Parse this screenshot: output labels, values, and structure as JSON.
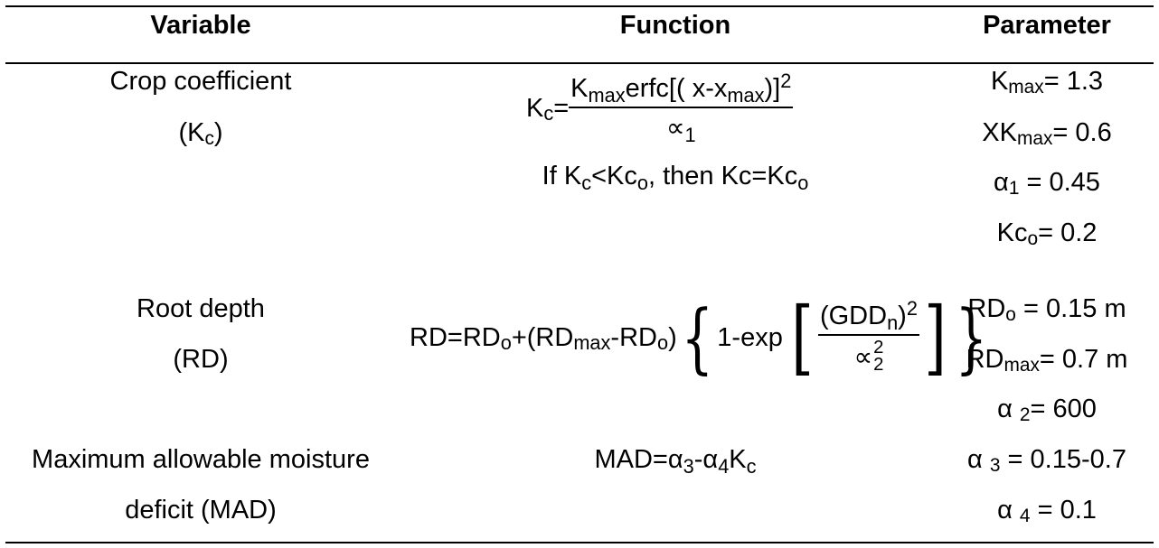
{
  "headers": {
    "variable": "Variable",
    "function": "Function",
    "parameter": "Parameter"
  },
  "rows": {
    "kc": {
      "variable_line1": "Crop coefficient",
      "variable_line2_open": "(K",
      "variable_line2_sub": "c",
      "variable_line2_close": ")",
      "eq_lhs": "K",
      "eq_lhs_sub": "c",
      "eq_equals": "=",
      "eq_num_k": "K",
      "eq_num_k_sub": "max",
      "eq_num_mid": "erfc[( x-x",
      "eq_num_x_sub": "max",
      "eq_num_end": ")]",
      "eq_num_sup": "2",
      "eq_den": "∝",
      "eq_den_sub": "1",
      "cond_if": "If K",
      "cond_sub1": "c",
      "cond_mid": "<Kc",
      "cond_sub2": "o",
      "cond_then": ", then Kc=Kc",
      "cond_sub3": "o",
      "params": [
        {
          "pre": "K",
          "sub": "max",
          "post": "= 1.3"
        },
        {
          "pre": "XK",
          "sub": "max",
          "post": "= 0.6"
        },
        {
          "pre": "α",
          "sub": "1",
          "post": " = 0.45"
        },
        {
          "pre": "Kc",
          "sub": "o",
          "post": "= 0.2"
        }
      ]
    },
    "rd": {
      "variable_line1": "Root depth",
      "variable_line2": "(RD)",
      "eq_a": "RD=RD",
      "eq_a_sub": "o",
      "eq_b": "+(RD",
      "eq_b_sub": "max",
      "eq_c": "-RD",
      "eq_c_sub": "o",
      "eq_d": ")",
      "eq_brace_open": "{",
      "eq_brace_close": "}",
      "eq_one_exp": "1-exp",
      "eq_bracket_open": "[",
      "eq_bracket_close": "]",
      "eq_num_open": "(GDD",
      "eq_num_sub": "n",
      "eq_num_close": ")",
      "eq_num_sup": "2",
      "eq_den": "∝",
      "eq_den_sup": "2",
      "eq_den_sub": "2",
      "params": [
        {
          "pre": "RD",
          "sub": "o",
          "post": " = 0.15 m"
        },
        {
          "pre": "RD",
          "sub": "max",
          "post": "= 0.7 m"
        },
        {
          "pre": "α ",
          "sub": "2",
          "post": "= 600"
        }
      ]
    },
    "mad": {
      "variable_line1": "Maximum allowable moisture",
      "variable_line2": "deficit (MAD)",
      "eq_a": "MAD=α",
      "eq_a_sub": "3",
      "eq_b": "-α",
      "eq_b_sub": "4",
      "eq_c": "K",
      "eq_c_sub": "c",
      "params": [
        {
          "pre": "α ",
          "sub": "3",
          "post": " = 0.15-0.7"
        },
        {
          "pre": "α ",
          "sub": "4",
          "post": " = 0.1"
        }
      ]
    }
  }
}
